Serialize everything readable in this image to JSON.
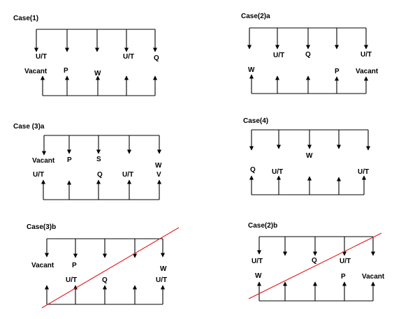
{
  "colors": {
    "ink": "#000000",
    "diagonal": "#e0161b",
    "background": "#ffffff"
  },
  "panels": [
    {
      "id": "case-1",
      "title": "Case(1)",
      "top_labels": [
        "U/T",
        "U/T",
        "Q"
      ],
      "bottom_labels": [
        "Vacant",
        "P",
        "W"
      ],
      "has_diagonal": false
    },
    {
      "id": "case-2a",
      "title": "Case(2)a",
      "top_labels": [
        "U/T",
        "Q",
        "U/T"
      ],
      "bottom_labels": [
        "W",
        "P",
        "Vacant"
      ],
      "has_diagonal": false
    },
    {
      "id": "case-3a",
      "title": "Case (3)a",
      "top_labels": [
        "Vacant",
        "P",
        "S",
        "W"
      ],
      "bottom_labels": [
        "U/T",
        "Q",
        "U/T",
        "V"
      ],
      "has_diagonal": false
    },
    {
      "id": "case-4",
      "title": "Case(4)",
      "top_labels": [
        "W"
      ],
      "bottom_labels": [
        "Q",
        "U/T",
        "U/T"
      ],
      "has_diagonal": false
    },
    {
      "id": "case-3b",
      "title": "Case(3)b",
      "top_labels": [
        "Vacant",
        "P",
        "W"
      ],
      "bottom_labels": [
        "U/T",
        "Q",
        "U/T"
      ],
      "has_diagonal": true
    },
    {
      "id": "case-2b",
      "title": "Case(2)b",
      "top_labels": [
        "U/T",
        "Q",
        "U/T"
      ],
      "bottom_labels": [
        "W",
        "P",
        "Vacant"
      ],
      "has_diagonal": true
    }
  ]
}
